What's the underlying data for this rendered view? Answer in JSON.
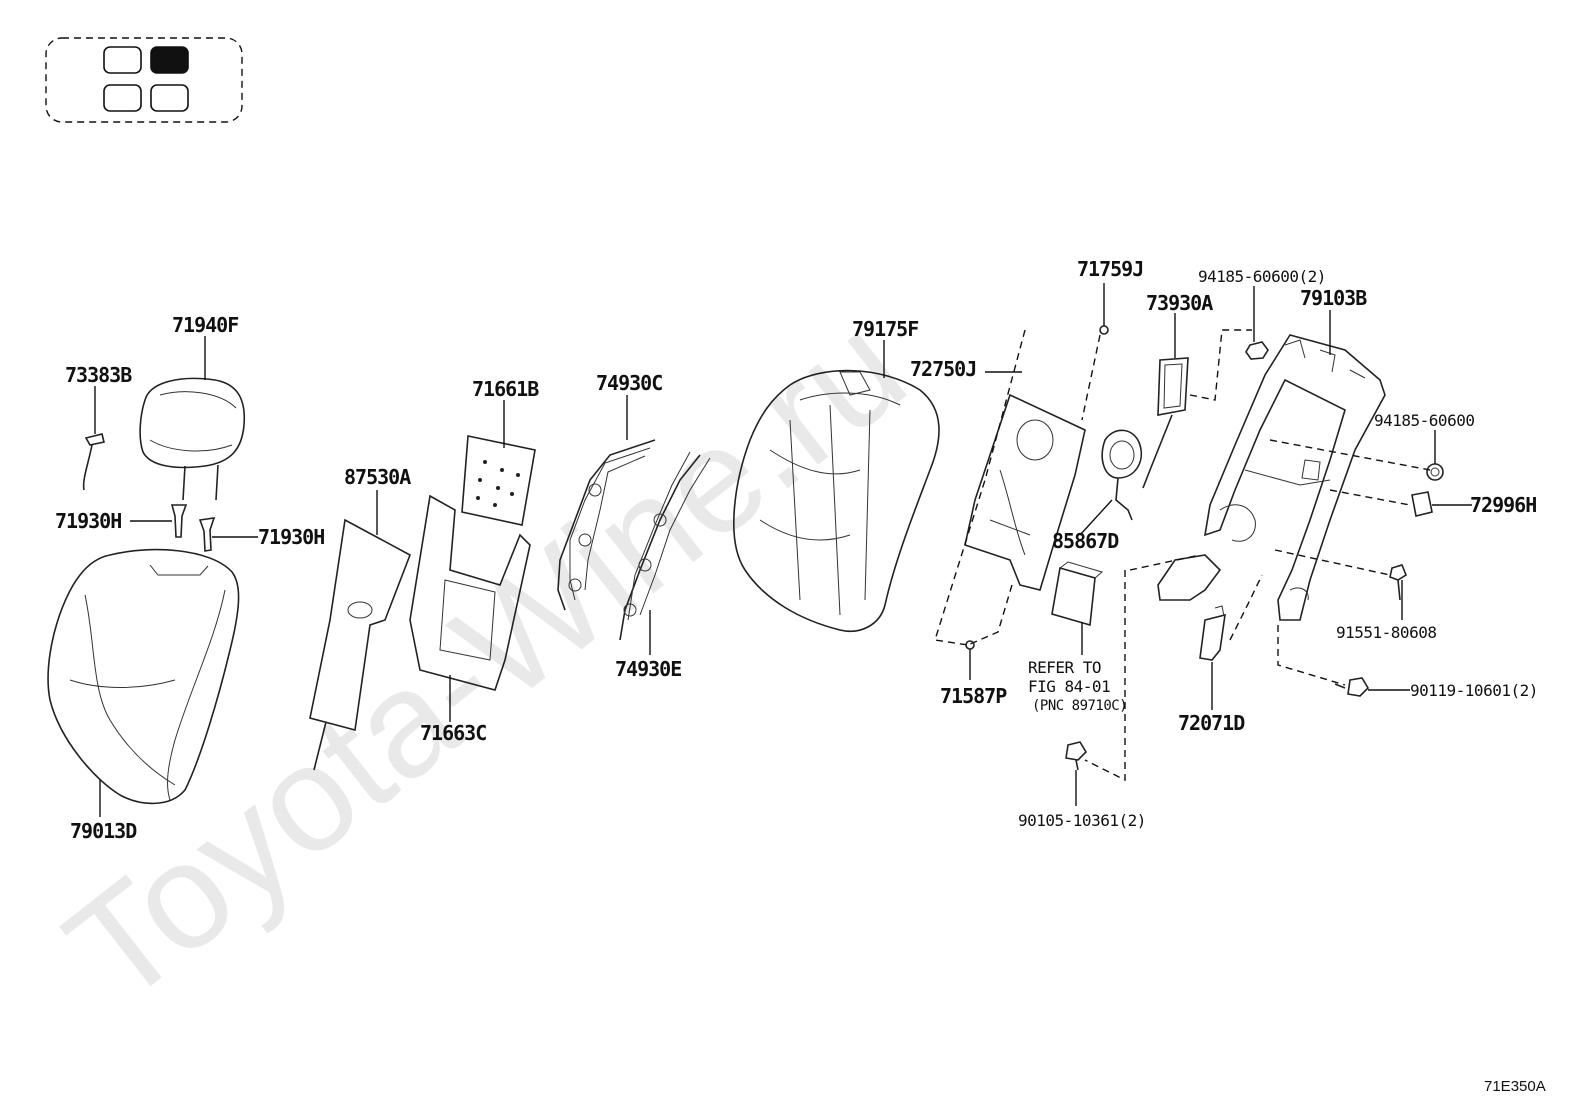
{
  "watermark": "Toyota-Wine.ru",
  "figure_code": "71E350A",
  "locator": {
    "cells": [
      {
        "filled": false
      },
      {
        "filled": true
      },
      {
        "filled": false
      },
      {
        "filled": false
      }
    ]
  },
  "labels": {
    "p71940F": "71940F",
    "p73383B": "73383B",
    "p71930H_left": "71930H",
    "p71930H_right": "71930H",
    "p79013D": "79013D",
    "p87530A": "87530A",
    "p71661B": "71661B",
    "p71663C": "71663C",
    "p74930C": "74930C",
    "p74930E": "74930E",
    "p79175F": "79175F",
    "p72750J": "72750J",
    "p71759J": "71759J",
    "p71587P": "71587P",
    "p73930A": "73930A",
    "p85867D": "85867D",
    "p94185_60600_2": "94185-60600(2)",
    "p79103B": "79103B",
    "p94185_60600": "94185-60600",
    "p72996H": "72996H",
    "p91551_80608": "91551-80608",
    "p90119_10601_2": "90119-10601(2)",
    "p72071D": "72071D",
    "p90105_10361_2": "90105-10361(2)",
    "refer_line1": "REFER TO",
    "refer_line2": "FIG 84-01",
    "refer_line3": "(PNC 89710C)"
  }
}
